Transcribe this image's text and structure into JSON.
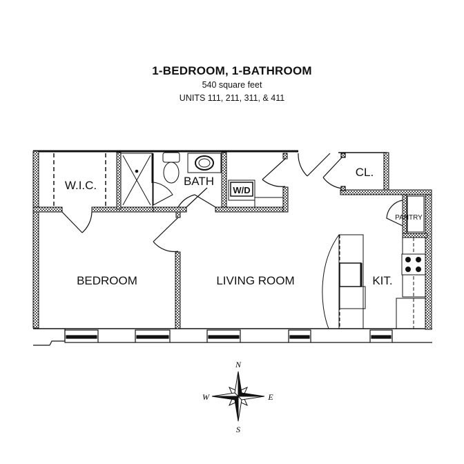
{
  "header": {
    "title": "1-BEDROOM, 1-BATHROOM",
    "area": "540 square feet",
    "units": "UNITS 111, 211, 311, & 411"
  },
  "rooms": {
    "wic": "W.I.C.",
    "bath": "BATH",
    "wd": "W/D",
    "closet": "CL.",
    "pantry": "PANTRY",
    "bedroom": "BEDROOM",
    "living": "LIVING ROOM",
    "kitchen": "KIT."
  },
  "compass": {
    "north": "N",
    "south": "S",
    "east": "E",
    "west": "W"
  },
  "colors": {
    "line": "#111111",
    "wall_fill": "#6a6a6a",
    "background": "#ffffff"
  }
}
